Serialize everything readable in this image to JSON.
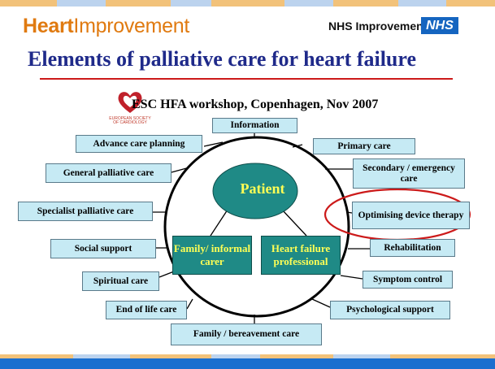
{
  "header": {
    "brand_bold": "Heart",
    "brand_regular": "Improvement",
    "nhs_text": "NHS Improvement",
    "nhs_logo": "NHS",
    "title": "Elements of palliative care for heart failure"
  },
  "workshop": {
    "text": "ESC HFA workshop, Copenhagen, Nov 2007",
    "logo_text": "EUROPEAN SOCIETY OF CARDIOLOGY"
  },
  "diagram": {
    "center": "Patient",
    "inner_left": "Family/ informal carer",
    "inner_right": "Heart failure professional",
    "elements": {
      "information": "Information",
      "advance_care_planning": "Advance care planning",
      "primary_care": "Primary care",
      "general_palliative_care": "General palliative care",
      "secondary_emergency_care": "Secondary / emergency care",
      "specialist_palliative_care": "Specialist palliative care",
      "optimising_device_therapy": "Optimising device therapy",
      "social_support": "Social support",
      "rehabilitation": "Rehabilitation",
      "spiritual_care": "Spiritual care",
      "symptom_control": "Symptom control",
      "end_of_life_care": "End of life care",
      "psychological_support": "Psychological support",
      "family_bereavement_care": "Family / bereavement care"
    }
  },
  "colors": {
    "orange": "#e07a10",
    "navy": "#1f2a8a",
    "teal": "#1f8a86",
    "box_fill": "#c6eaf4",
    "highlight": "#cc1a1a",
    "nhs_blue": "#1565c0"
  }
}
